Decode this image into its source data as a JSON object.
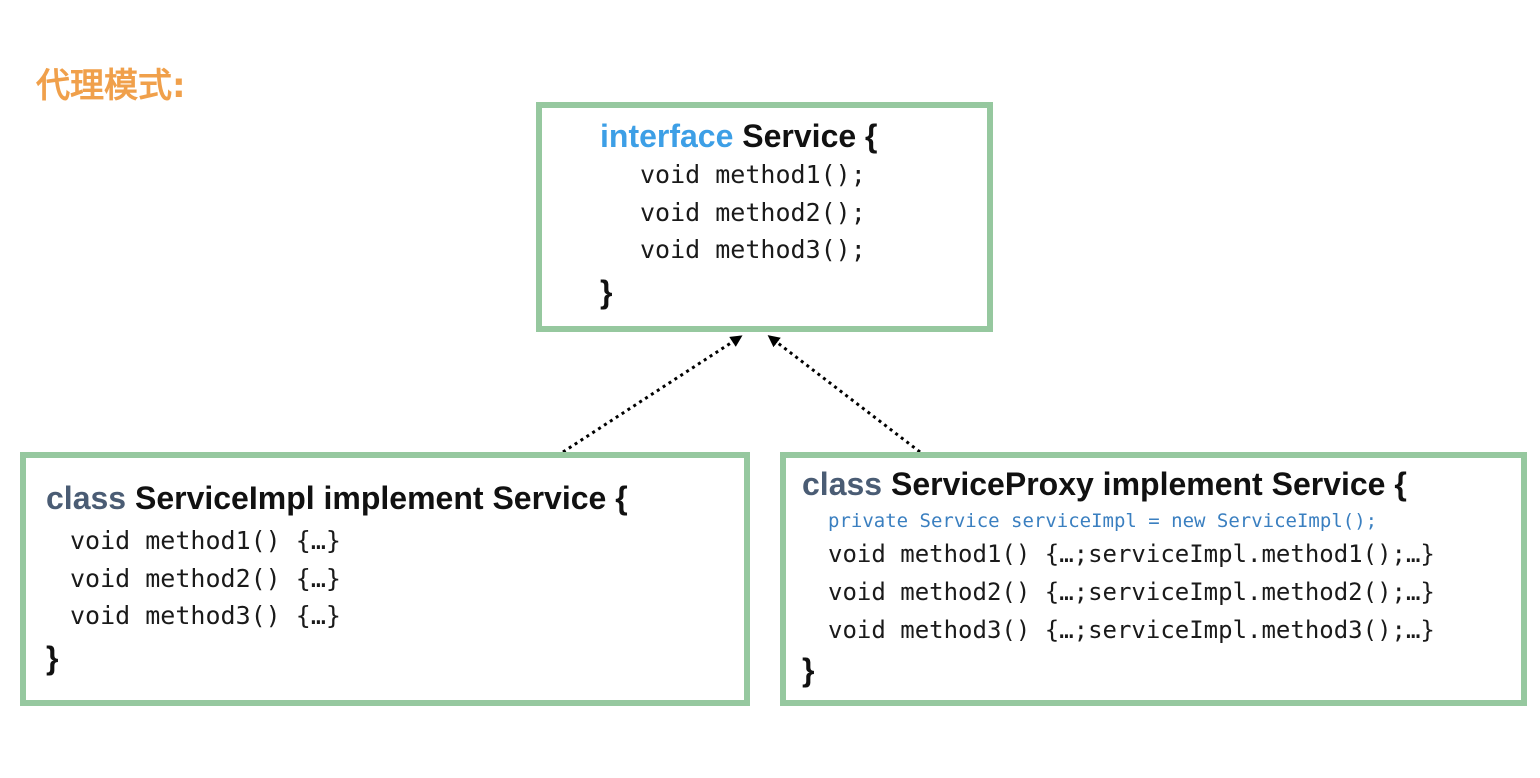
{
  "title": "代理模式:",
  "interface_box": {
    "keyword": "interface",
    "header": "Service {",
    "methods": [
      "void method1();",
      "void method2();",
      "void method3();"
    ],
    "close": "}"
  },
  "impl_box": {
    "keyword": "class",
    "header": "ServiceImpl implement Service {",
    "methods": [
      "void method1() {…}",
      "void method2() {…}",
      "void method3() {…}"
    ],
    "close": "}"
  },
  "proxy_box": {
    "keyword": "class",
    "header": "ServiceProxy implement Service {",
    "field": "private Service serviceImpl = new ServiceImpl();",
    "methods": [
      "void method1() {…;serviceImpl.method1();…}",
      "void method2() {…;serviceImpl.method2();…}",
      "void method3() {…;serviceImpl.method3();…}"
    ],
    "close": "}"
  },
  "colors": {
    "title": "#f0a04b",
    "box_border": "#96c89f",
    "interface_keyword": "#3d9fe6",
    "class_keyword": "#4a5c74",
    "private_line": "#3a7fc0"
  }
}
